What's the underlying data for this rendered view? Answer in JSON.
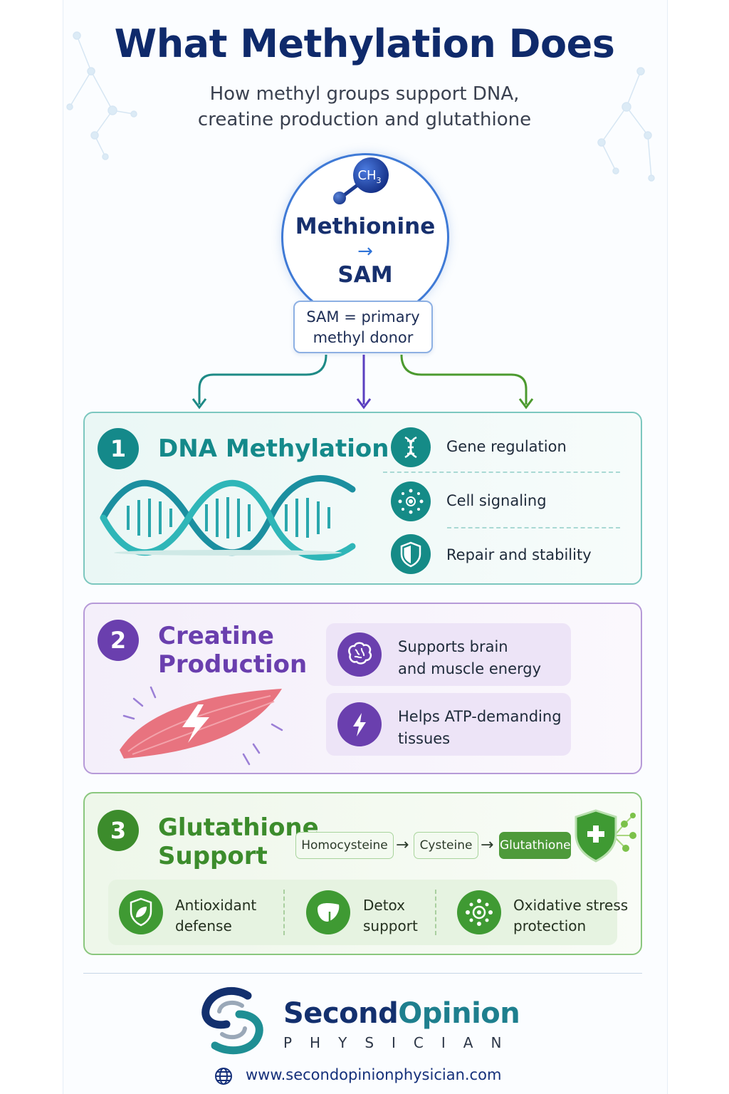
{
  "header": {
    "title": "What Methylation Does",
    "subtitle_line1": "How methyl groups support DNA,",
    "subtitle_line2": "creatine production and glutathione"
  },
  "core": {
    "molecule_label": "CH3",
    "top": "Methionine",
    "arrow": "→",
    "bottom": "SAM",
    "note_line1": "SAM = primary",
    "note_line2": "methyl donor"
  },
  "sections": {
    "dna": {
      "number": "1",
      "title": "DNA Methylation",
      "color": "#14898a",
      "items": [
        {
          "label": "Gene regulation",
          "icon": "dna-icon"
        },
        {
          "label": "Cell signaling",
          "icon": "cell-signal-icon"
        },
        {
          "label": "Repair and stability",
          "icon": "shield-icon"
        }
      ]
    },
    "creatine": {
      "number": "2",
      "title_line1": "Creatine",
      "title_line2": "Production",
      "color": "#6a3fae",
      "items": [
        {
          "line1": "Supports brain",
          "line2": "and muscle energy",
          "icon": "brain-icon"
        },
        {
          "line1": "Helps ATP-demanding",
          "line2": "tissues",
          "icon": "lightning-icon"
        }
      ]
    },
    "glutathione": {
      "number": "3",
      "title_line1": "Glutathione",
      "title_line2": "Support",
      "color": "#3c8c2c",
      "chain": [
        "Homocysteine",
        "Cysteine",
        "Glutathione"
      ],
      "chain_arrow": "→",
      "items": [
        {
          "line1": "Antioxidant",
          "line2": "defense",
          "icon": "leaf-shield-icon"
        },
        {
          "line1": "Detox",
          "line2": "support",
          "icon": "liver-icon"
        },
        {
          "line1": "Oxidative stress",
          "line2": "protection",
          "icon": "cell-icon"
        }
      ]
    }
  },
  "footer": {
    "brand_part1": "Second",
    "brand_part2": "Opinion",
    "brand_sub": "PHYSICIAN",
    "url": "www.secondopinionphysician.com"
  }
}
